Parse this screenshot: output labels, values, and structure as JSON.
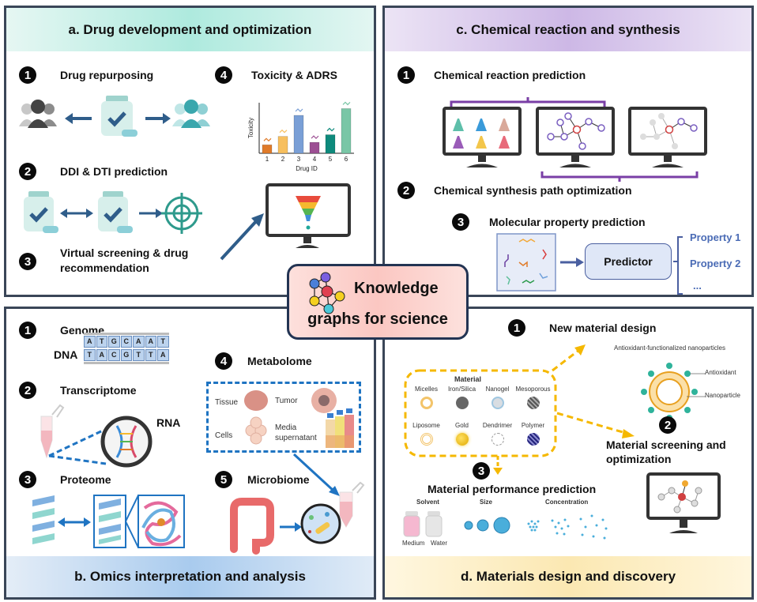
{
  "center": {
    "title_line1": "Knowledge",
    "title_line2": "graphs for science",
    "icon": "knowledge-graph-icon"
  },
  "panels": {
    "a": {
      "title": "a. Drug development and optimization",
      "items": [
        {
          "num": "1",
          "label": "Drug repurposing"
        },
        {
          "num": "2",
          "label": "DDI & DTI prediction"
        },
        {
          "num": "3",
          "label_line1": "Virtual screening & drug",
          "label_line2": "recommendation"
        },
        {
          "num": "4",
          "label": "Toxicity & ADRS"
        }
      ],
      "toxicity_chart": {
        "ylabel": "Toxicity",
        "xlabel": "Drug ID",
        "categories": [
          "1",
          "2",
          "3",
          "4",
          "5",
          "6"
        ],
        "values": [
          1,
          2,
          4.5,
          1.3,
          2.2,
          5.3
        ],
        "colors": [
          "#e07b2a",
          "#f7bf5e",
          "#7a9fd6",
          "#9c4f93",
          "#0e8a7c",
          "#79c6a6"
        ]
      }
    },
    "b": {
      "title": "b. Omics interpretation and analysis",
      "items": [
        {
          "num": "1",
          "label": "Genome"
        },
        {
          "num": "2",
          "label": "Transcriptome"
        },
        {
          "num": "3",
          "label": "Proteome"
        },
        {
          "num": "4",
          "label": "Metabolome"
        },
        {
          "num": "5",
          "label": "Microbiome"
        }
      ],
      "dna_label": "DNA",
      "rna_label": "RNA",
      "dna_top": [
        "A",
        "T",
        "G",
        "C",
        "A",
        "A",
        "T"
      ],
      "dna_bottom": [
        "T",
        "A",
        "C",
        "G",
        "T",
        "T",
        "A"
      ],
      "metabolome_sources": [
        "Tissue",
        "Tumor",
        "Cells",
        "Media supernatant"
      ],
      "media_line1": "Media",
      "media_line2": "supernatant"
    },
    "c": {
      "title": "c. Chemical reaction and synthesis",
      "items": [
        {
          "num": "1",
          "label": "Chemical reaction prediction"
        },
        {
          "num": "2",
          "label": "Chemical synthesis path optimization"
        },
        {
          "num": "3",
          "label": "Molecular property prediction"
        }
      ],
      "predictor_label": "Predictor",
      "properties": [
        "Property 1",
        "Property 2",
        "..."
      ]
    },
    "d": {
      "title": "d. Materials design and discovery",
      "items": [
        {
          "num": "1",
          "label": "New material design"
        },
        {
          "num": "2",
          "label_line1": "Material screening and",
          "label_line2": "optimization"
        },
        {
          "num": "3",
          "label": "Material performance prediction"
        }
      ],
      "material_title": "Material",
      "materials": [
        "Micelles",
        "Iron/Silica",
        "Nanogel",
        "Mesoporous",
        "Liposome",
        "Gold",
        "Dendrimer",
        "Polymer"
      ],
      "nanoparticle_title": "Antioxidant-functionalized nanoparticles",
      "nanoparticle_labels": [
        "Antioxidant",
        "Nanoparticle"
      ],
      "performance_factors": [
        "Solvent",
        "Size",
        "Concentration"
      ],
      "solvents": [
        "Medium",
        "Water"
      ]
    }
  },
  "colors": {
    "border": "#3a4658",
    "arrow_blue": "#2f5d8a",
    "bright_blue": "#1f74c2",
    "purple": "#7a3fa6",
    "gold": "#f5b800",
    "teal": "#2e9a8c"
  }
}
